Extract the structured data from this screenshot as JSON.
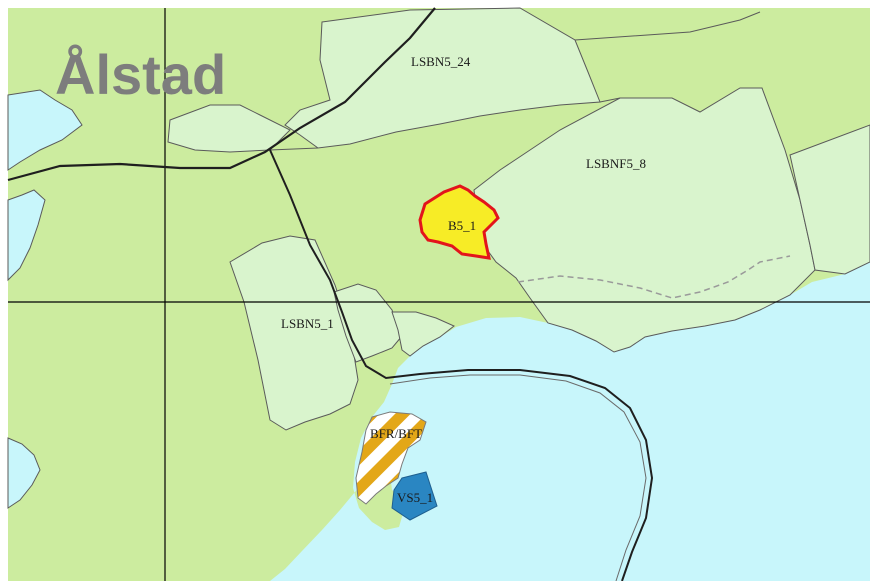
{
  "map": {
    "place_name": "Ålstad",
    "colors": {
      "background": "#ffffff",
      "water": "#c8f6fb",
      "land": "#ccec9f",
      "zone_pale": "#d9f4cd",
      "boundary": "#5a5a5a",
      "road": "#1f1f1f",
      "grid": "#000000",
      "highlight_fill": "#f7ec26",
      "highlight_outline": "#e3141b",
      "hatch_orange": "#e3a718",
      "hatch_white": "#ffffff",
      "vs_blue": "#2a86c2",
      "dashed_boundary": "#9a9a9a"
    },
    "zones": [
      {
        "id": "LSBN5_24",
        "label": "LSBN5_24"
      },
      {
        "id": "LSBNF5_8",
        "label": "LSBNF5_8"
      },
      {
        "id": "B5_1",
        "label": "B5_1",
        "highlighted": true
      },
      {
        "id": "LSBN5_1",
        "label": "LSBN5_1"
      },
      {
        "id": "BFR_BFT",
        "label": "BFR/BFT"
      },
      {
        "id": "VS5_1",
        "label": "VS5_1"
      }
    ]
  }
}
